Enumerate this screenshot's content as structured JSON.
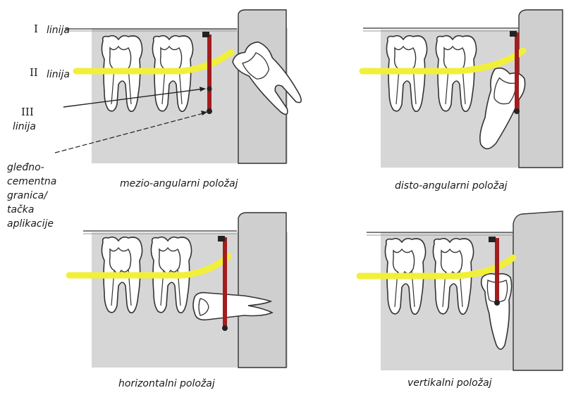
{
  "labels": {
    "line1_roman": "I",
    "line1_word": "linija",
    "line2_roman": "II",
    "line2_word": "linija",
    "line3_roman": "III",
    "line3_word": "linija",
    "cej_lines": [
      "gleđno-",
      "cementna",
      "granica/",
      "tačka",
      "aplikacije"
    ]
  },
  "panels": [
    {
      "caption": "mezio-angularni položaj",
      "tooth": "mesioangular"
    },
    {
      "caption": "disto-angularni položaj",
      "tooth": "distoangular"
    },
    {
      "caption": "horizontalni položaj",
      "tooth": "horizontal"
    },
    {
      "caption": "vertikalni položaj",
      "tooth": "vertical"
    }
  ],
  "colors": {
    "bone": "#d6d6d6",
    "outline": "#333333",
    "yellow_line": "#f2ef3a",
    "red_line": "#a31d1d",
    "tooth_fill": "#ffffff"
  }
}
